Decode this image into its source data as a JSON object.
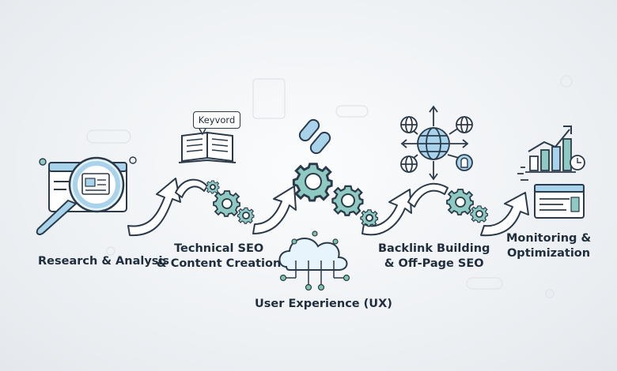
{
  "colors": {
    "ink": "#2b3a4a",
    "teal": "#8ec9c2",
    "blue": "#a9d3ea",
    "green": "#7fc3a9"
  },
  "stages": [
    {
      "id": "research",
      "icon": "magnifier-icon",
      "lines": [
        "Research & Analysis"
      ]
    },
    {
      "id": "technical",
      "icon": "book-icon",
      "lines": [
        "Technical SEO",
        "& Content Creation"
      ]
    },
    {
      "id": "ux",
      "icon": "cloud-network-icon",
      "lines": [
        "User Experience (UX)"
      ]
    },
    {
      "id": "backlink",
      "icon": "globe-network-icon",
      "lines": [
        "Backlink Building",
        "& Off-Page SEO"
      ]
    },
    {
      "id": "monitoring",
      "icon": "chart-monitor-icon",
      "lines": [
        "Monitoring &",
        "Optimization"
      ]
    }
  ],
  "keyword_tag": "Keyvord"
}
